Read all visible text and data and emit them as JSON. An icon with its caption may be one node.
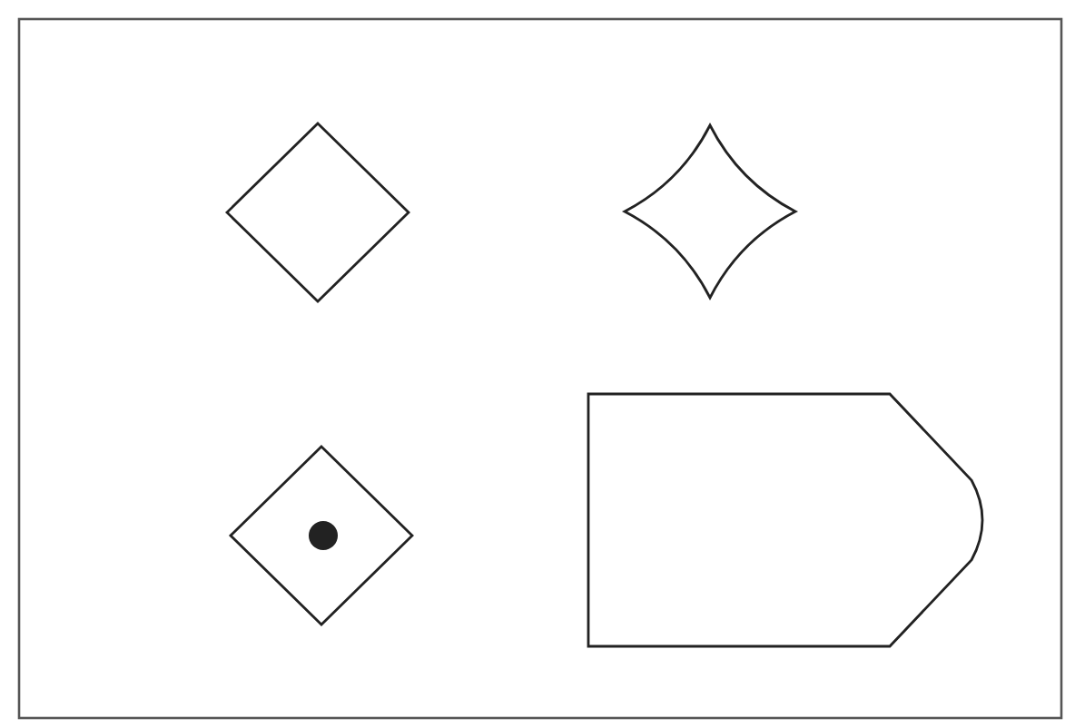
{
  "diagram": {
    "nodes": [
      {
        "text": [],
        "shape": "diamond"
      },
      {
        "text": [],
        "shape": "star"
      },
      {
        "text": [],
        "shape": "diamond"
      },
      {
        "text": [],
        "shape": "tag"
      }
    ]
  }
}
